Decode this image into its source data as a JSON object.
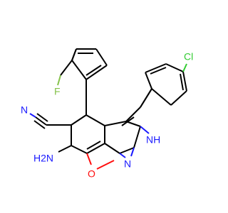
{
  "colors": {
    "bond": "#000000",
    "nitrogen": "#1a1aff",
    "oxygen": "#ff0d0d",
    "fluorine": "#85c24a",
    "chlorine": "#33cc33"
  },
  "atoms": {
    "cl": "Cl",
    "f": "F",
    "n_nitrile": "N",
    "amino": "H2N",
    "o_ring": "O",
    "n_pyrazole": "N",
    "nh": "NH"
  }
}
